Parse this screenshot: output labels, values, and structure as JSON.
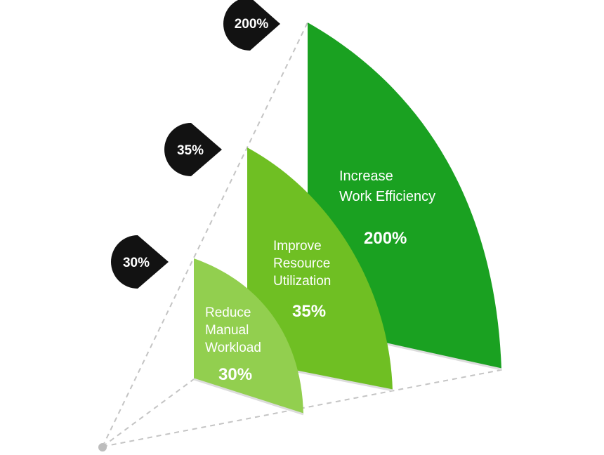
{
  "segments": [
    {
      "label_lines": [
        "Increase",
        "Work Efficiency"
      ],
      "value": "200%",
      "badge": "200%",
      "color": "#1aa121"
    },
    {
      "label_lines": [
        "Improve",
        "Resource",
        "Utilization"
      ],
      "value": "35%",
      "badge": "35%",
      "color": "#6fbf23"
    },
    {
      "label_lines": [
        "Reduce",
        "Manual",
        "Workload"
      ],
      "value": "30%",
      "badge": "30%",
      "color": "#92cf4f"
    }
  ],
  "colors": {
    "badge_fill": "#121212",
    "guide_line": "#c4c4c4",
    "origin_dot": "#bdbdbd"
  }
}
